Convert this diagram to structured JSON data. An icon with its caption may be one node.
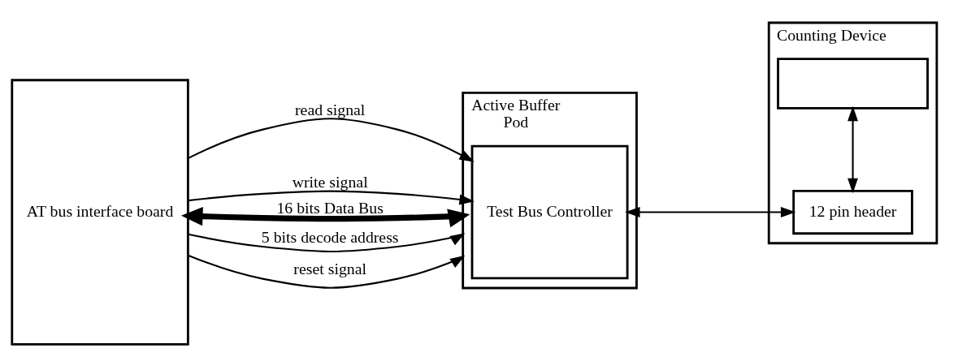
{
  "diagram": {
    "nodes": [
      {
        "text": [
          "AT bus interface board"
        ]
      },
      {
        "text": [
          "Active Buffer",
          "Pod"
        ]
      },
      {
        "text": [
          "Test Bus Controller"
        ],
        "in": 1
      },
      {
        "text": [
          "Counting Device"
        ]
      },
      {
        "text": [],
        "shape": "box",
        "in": 3
      },
      {
        "text": [
          "12 pin header"
        ],
        "in": 3
      }
    ],
    "edges": [
      {
        "from": 0,
        "to": 2,
        "arrow": "to",
        "label": "read signal"
      },
      {
        "from": 0,
        "to": 2,
        "arrow": "to",
        "label": "write signal"
      },
      {
        "from": 0,
        "to": 1,
        "arrow": "both",
        "label": "16 bits Data Bus",
        "style": "thick"
      },
      {
        "from": 0,
        "to": 1,
        "arrow": "to",
        "label": "5 bits decode address"
      },
      {
        "from": 0,
        "to": 1,
        "arrow": "to",
        "label": "reset signal"
      },
      {
        "from": 2,
        "to": 5,
        "arrow": "both"
      },
      {
        "from": 4,
        "to": 5,
        "arrow": "both"
      }
    ]
  }
}
